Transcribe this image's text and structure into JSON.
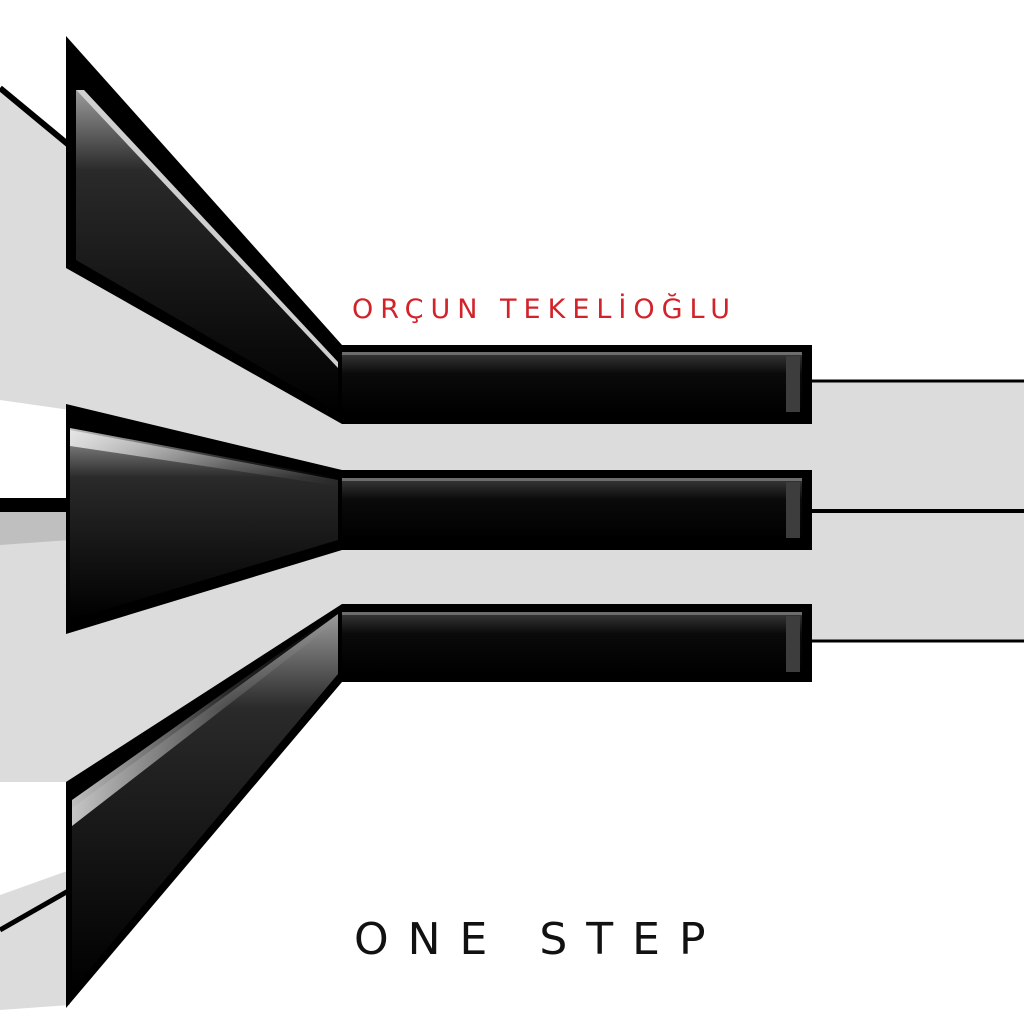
{
  "cover": {
    "artist": "ORÇUN TEKELİOĞLU",
    "title": "ONE STEP"
  },
  "colors": {
    "background": "#ffffff",
    "grey_band": "#dcdcdc",
    "key_black": "#050505",
    "artist_text": "#d2232a",
    "title_text": "#111111"
  },
  "artwork": {
    "description_icon": "piano-keys-illustration",
    "key_count": 3
  }
}
